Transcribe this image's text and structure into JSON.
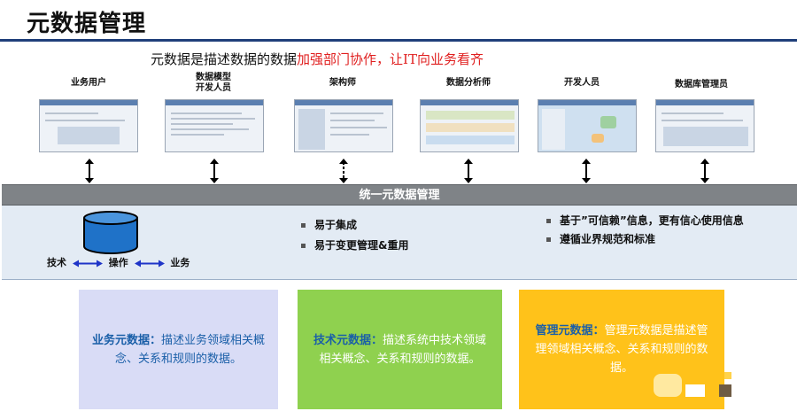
{
  "header": {
    "title": "元数据管理",
    "subtitle_plain": "元数据是描述数据的数据",
    "subtitle_highlight": "加强部门协作，让IT向业务看齐"
  },
  "roles": [
    {
      "label": "业务用户"
    },
    {
      "label": "数据模型\n开发人员"
    },
    {
      "label": "架构师"
    },
    {
      "label": "数据分析师"
    },
    {
      "label": "开发人员"
    },
    {
      "label": "数据库管理员"
    }
  ],
  "band": {
    "label": "统一元数据管理"
  },
  "panel": {
    "flow": {
      "left": "技术",
      "middle": "操作",
      "right": "业务"
    },
    "bullets_mid": [
      "易于集成",
      "易于变更管理&重用"
    ],
    "bullets_right": [
      "基于”可信赖”信息，更有信心使用信息",
      "遵循业界规范和标准"
    ]
  },
  "cards": [
    {
      "keyword": "业务元数据：",
      "text": "描述业务领域相关概念、关系和规则的数据。"
    },
    {
      "keyword": "技术元数据：",
      "text": "描述系统中技术领域相关概念、关系和规则的数据。"
    },
    {
      "keyword": "管理元数据：",
      "text": "管理元数据是描述管理领域相关概念、关系和规则的数据。"
    }
  ],
  "colors": {
    "title_rule": "#1f3f7a",
    "highlight": "#e02020",
    "band": "#7f8387",
    "panel": "#e3ebf4",
    "card_business": "#d9dcf6",
    "card_technical": "#8fd14f",
    "card_management": "#ffc21a",
    "keyword": "#1a5fa8",
    "db_fill": "#1f72c8"
  }
}
